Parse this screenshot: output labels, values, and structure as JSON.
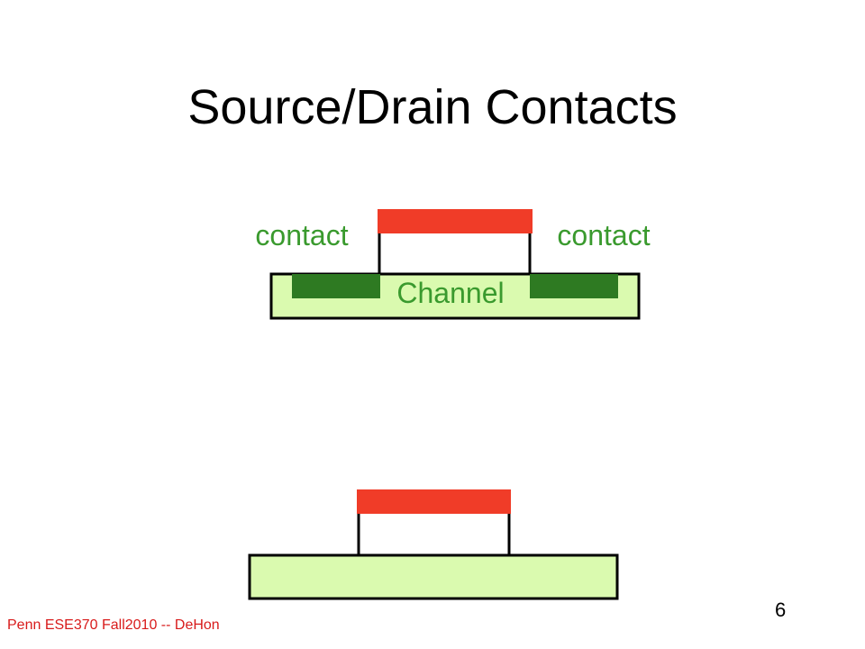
{
  "slide": {
    "title": "Source/Drain Contacts",
    "footer": "Penn ESE370 Fall2010 -- DeHon",
    "page_number": "6"
  },
  "diagram_top": {
    "left_label": "contact",
    "right_label": "contact",
    "channel_label": "Channel"
  },
  "colors": {
    "gate": "#f03c28",
    "substrate": "#dafaaf",
    "contact": "#2e7a22",
    "label_green": "#3a9a2e",
    "outline": "#000000"
  }
}
